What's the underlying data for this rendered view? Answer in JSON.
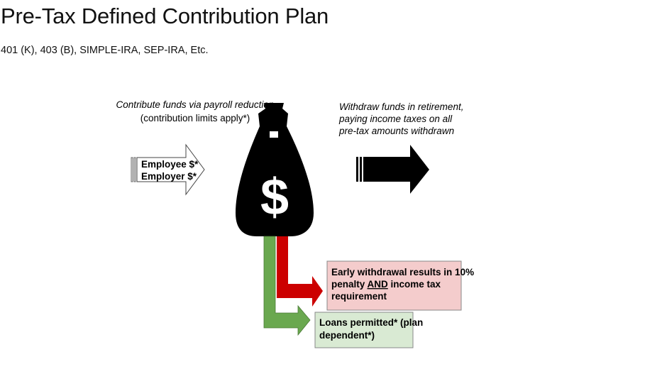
{
  "header": {
    "title": "Pre-Tax Defined Contribution Plan",
    "subtitle": "401 (K), 403 (B), SIMPLE-IRA, SEP-IRA, Etc."
  },
  "diagram": {
    "contribute_line1": "Contribute funds via payroll reduction",
    "contribute_line2": "(contribution limits apply*)",
    "employee": "Employee $*",
    "employer": "Employer $*",
    "bag_symbol": "$",
    "withdraw_line1": "Withdraw funds in retirement,",
    "withdraw_line2": "paying income taxes on all",
    "withdraw_line3": "pre-tax amounts withdrawn",
    "early_line1": "Early withdrawal results in 10%",
    "early_line2_a": "penalty ",
    "early_line2_b": "AND",
    "early_line2_c": " income tax",
    "early_line3": "requirement",
    "loans_line1": "Loans permitted* (plan",
    "loans_line2": "dependent*)",
    "colors": {
      "red": "#cc0000",
      "green": "#6aa84f",
      "red_box": "#f4cccc",
      "green_box": "#d9ead3"
    }
  }
}
